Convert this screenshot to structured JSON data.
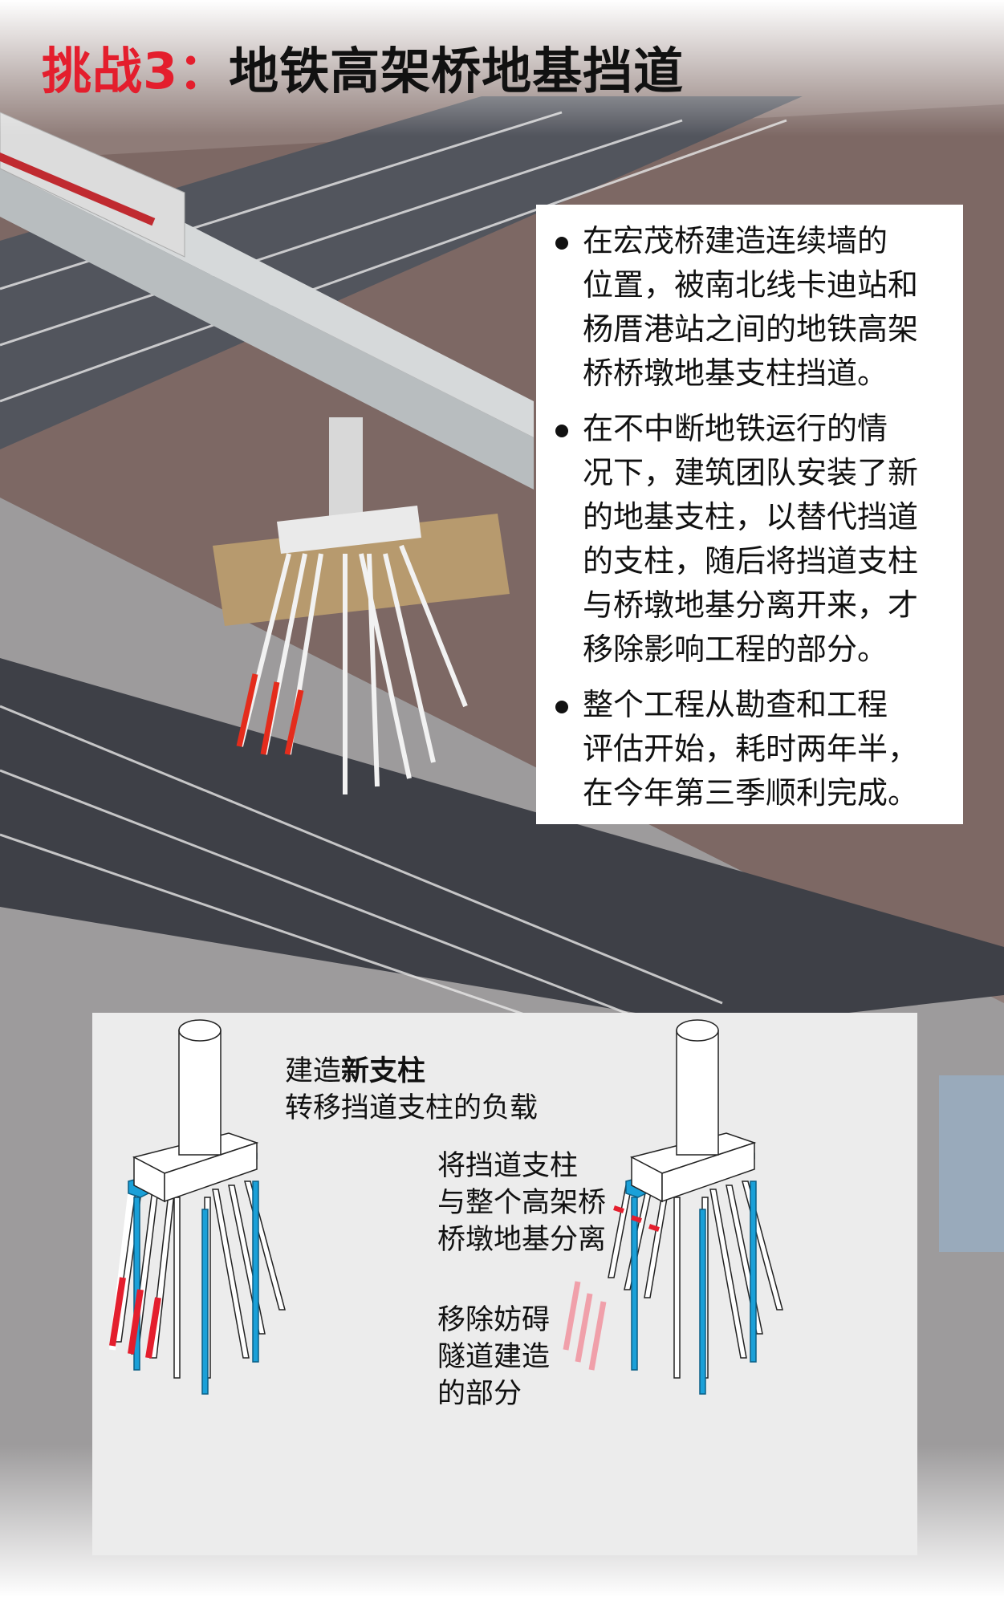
{
  "title": {
    "prefix": "挑战3：",
    "main": "地铁高架桥地基挡道"
  },
  "infobox": {
    "bullets": [
      {
        "lines": [
          "在宏茂桥建造连续墙的",
          "位置，被南北线卡迪站和",
          "杨厝港站之间的地铁高架",
          "桥桥墩地基支柱挡道。"
        ]
      },
      {
        "lines": [
          "在不中断地铁运行的情",
          "况下，建筑团队安装了新",
          "的地基支柱，以替代挡道",
          "的支柱，随后将挡道支柱",
          "与桥墩地基分离开来，才",
          "移除影响工程的部分。"
        ]
      },
      {
        "lines": [
          "整个工程从勘查和工程",
          "评估开始，耗时两年半，",
          "在今年第三季顺利完成。"
        ]
      }
    ]
  },
  "diagram": {
    "label_new": {
      "prefix": "建造",
      "bold": "新支柱",
      "line2": "转移挡道支柱的负载"
    },
    "label_separate": [
      "将挡道支柱",
      "与整个高架桥",
      "桥墩地基分离"
    ],
    "label_remove": [
      "移除妨碍",
      "隧道建造",
      "的部分"
    ]
  },
  "colors": {
    "accent_red": "#e41e2d",
    "new_pile_blue": "#1aa0d8",
    "removed_pink": "#f0a0aa"
  }
}
